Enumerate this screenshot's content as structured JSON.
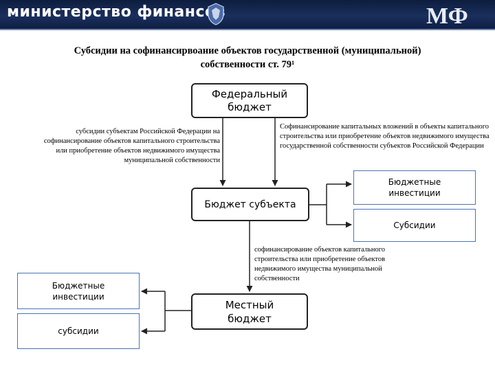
{
  "header": {
    "ministry_name": "министерство финансов",
    "logo_text": "МФ"
  },
  "title": {
    "line1": "Субсидии на софинансирвоание объектов государственной (муниципальной)",
    "line2": "собственности ст. 79¹"
  },
  "nodes": {
    "federal_budget": "Федеральный бюджет",
    "subject_budget": "Бюджет субъекта",
    "local_budget": "Местный бюджет",
    "subject_investments": "Бюджетные инвестиции",
    "subject_subsidies": "Субсидии",
    "local_investments": "Бюджетные инвестиции",
    "local_subsidies": "субсидии"
  },
  "notes": {
    "left_federal": "субсидии субъектам Российской Федерации на софинансирование объектов капитального строительства или приобретение объектов недвижимого имущества муниципальной собственности",
    "right_federal": "Софинансирование капитальных вложений в объекты капитального строительства или приобретение объектов недвижимого имущества государственной собственности субъектов Российской Федерации",
    "subject_to_local": "софинансирование объектов капитального строительства или приобретение объектов недвижимого имущества муниципальной собственности"
  },
  "colors": {
    "header_bg": "#1a2f5c",
    "box_border_dark": "#222222",
    "box_border_blue": "#4a72b8",
    "arrow": "#222222"
  }
}
